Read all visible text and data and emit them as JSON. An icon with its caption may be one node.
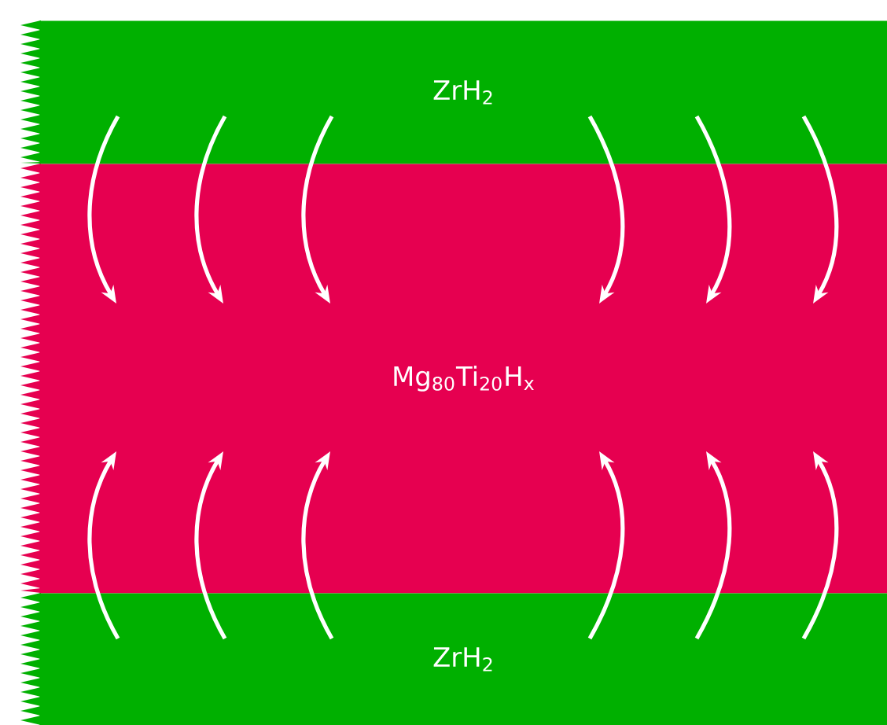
{
  "diagram": {
    "nodes": [
      {
        "text": [
          "ZrH$_{2}$"
        ]
      },
      {
        "text": [
          "Mg$_{80}$Ti$_{20}$H$_{x}$"
        ]
      },
      {
        "text": [
          "ZrH$_{2}$"
        ]
      }
    ],
    "edges": [
      {
        "from": 0,
        "to": 1,
        "arrow": "to"
      },
      {
        "from": 0,
        "to": 1,
        "arrow": "to"
      },
      {
        "from": 0,
        "to": 1,
        "arrow": "to"
      },
      {
        "from": 0,
        "to": 1,
        "arrow": "to"
      },
      {
        "from": 0,
        "to": 1,
        "arrow": "to"
      },
      {
        "from": 0,
        "to": 1,
        "arrow": "to"
      },
      {
        "from": 2,
        "to": 1,
        "arrow": "to"
      },
      {
        "from": 2,
        "to": 1,
        "arrow": "to"
      },
      {
        "from": 2,
        "to": 1,
        "arrow": "to"
      },
      {
        "from": 2,
        "to": 1,
        "arrow": "to"
      },
      {
        "from": 2,
        "to": 1,
        "arrow": "to"
      },
      {
        "from": 2,
        "to": 1,
        "arrow": "to"
      }
    ]
  }
}
